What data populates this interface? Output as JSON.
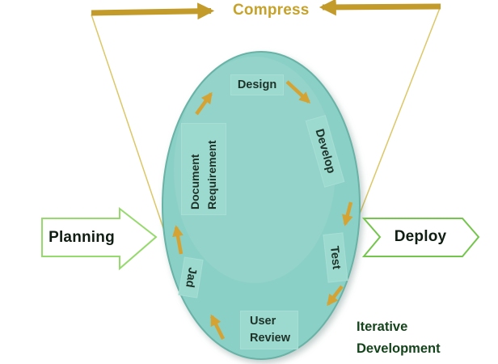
{
  "diagram": {
    "title": "Iterative Development",
    "compress_label": "Compress",
    "planning_label": "Planning",
    "deploy_label": "Deploy",
    "caption": "Iterative Development",
    "stages": {
      "design": "Design",
      "develop": "Develop",
      "test": "Test",
      "user_review": "User Review",
      "jad": "Jad",
      "document_requirement": "Document Requirement"
    },
    "flow_order": [
      "Design",
      "Develop",
      "Test",
      "User Review",
      "Jad",
      "Document Requirement"
    ],
    "colors": {
      "gold_arrow": "#c39b2b",
      "gold_text": "#c6a22b",
      "gold_inner_arrow": "#d5a334",
      "gold_thin_line": "#dcc766",
      "ellipse_fill": "#8bd0c6",
      "ellipse_stroke": "#68b2a6",
      "stage_label_bg": "#9cdacf",
      "stage_label_text": "#1e3228",
      "planning_outline": "#96d96c",
      "deploy_outline": "#74c54b",
      "caption_text": "#15441c"
    }
  }
}
